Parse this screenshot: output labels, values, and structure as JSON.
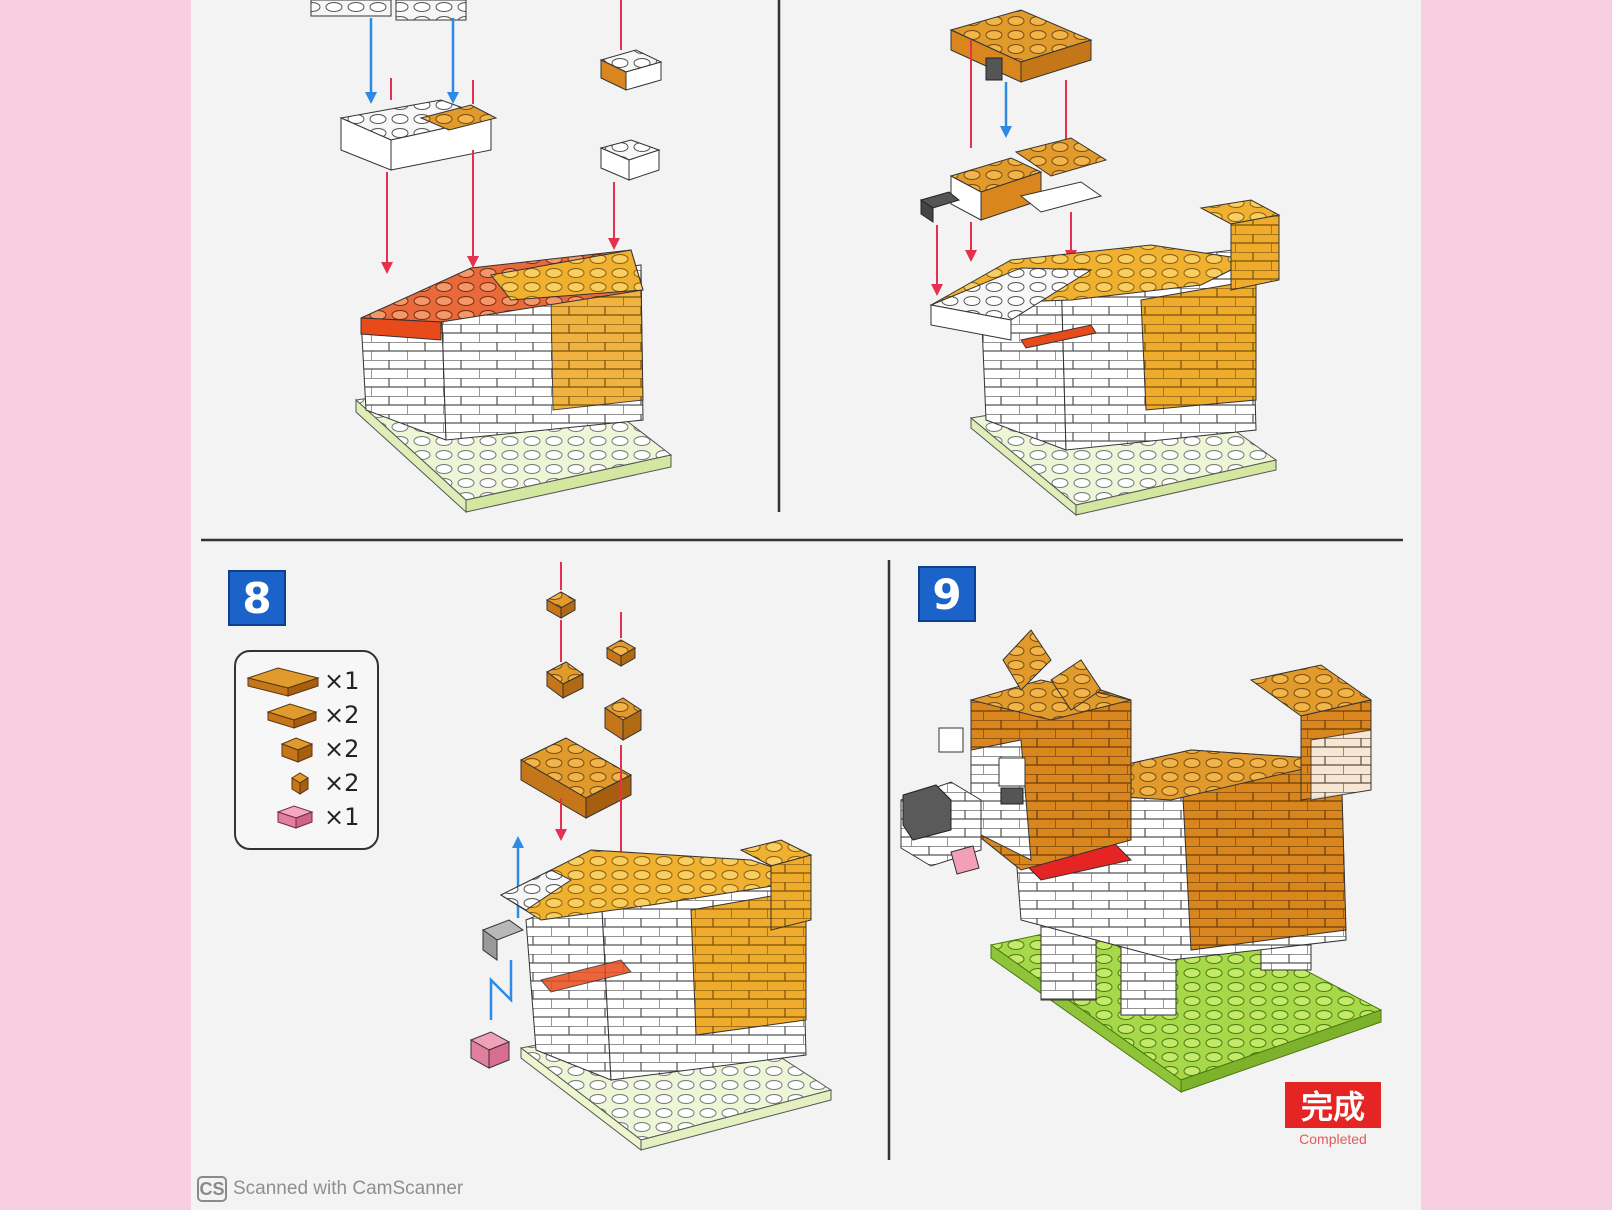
{
  "step8": {
    "number": "8"
  },
  "step9": {
    "number": "9"
  },
  "parts": [
    {
      "piece": "orange-2x4-brick-icon",
      "qty": "×1"
    },
    {
      "piece": "orange-2x3-brick-icon",
      "qty": "×2"
    },
    {
      "piece": "orange-2x2-brick-icon",
      "qty": "×2"
    },
    {
      "piece": "orange-1x1-brick-icon",
      "qty": "×2"
    },
    {
      "piece": "pink-2x2-brick-icon",
      "qty": "×1"
    }
  ],
  "completed": {
    "label_jp": "完成",
    "label_en": "Completed"
  },
  "footer": {
    "logo": "CS",
    "text": "Scanned with CamScanner"
  },
  "colors": {
    "background": "#f8cfe0",
    "badge": "#1b63c9",
    "stamp": "#e52424",
    "brick_orange": "#d9861f",
    "brick_yellow": "#f2b233",
    "brick_white": "#ffffff",
    "baseplate_green": "#a8d94a"
  }
}
